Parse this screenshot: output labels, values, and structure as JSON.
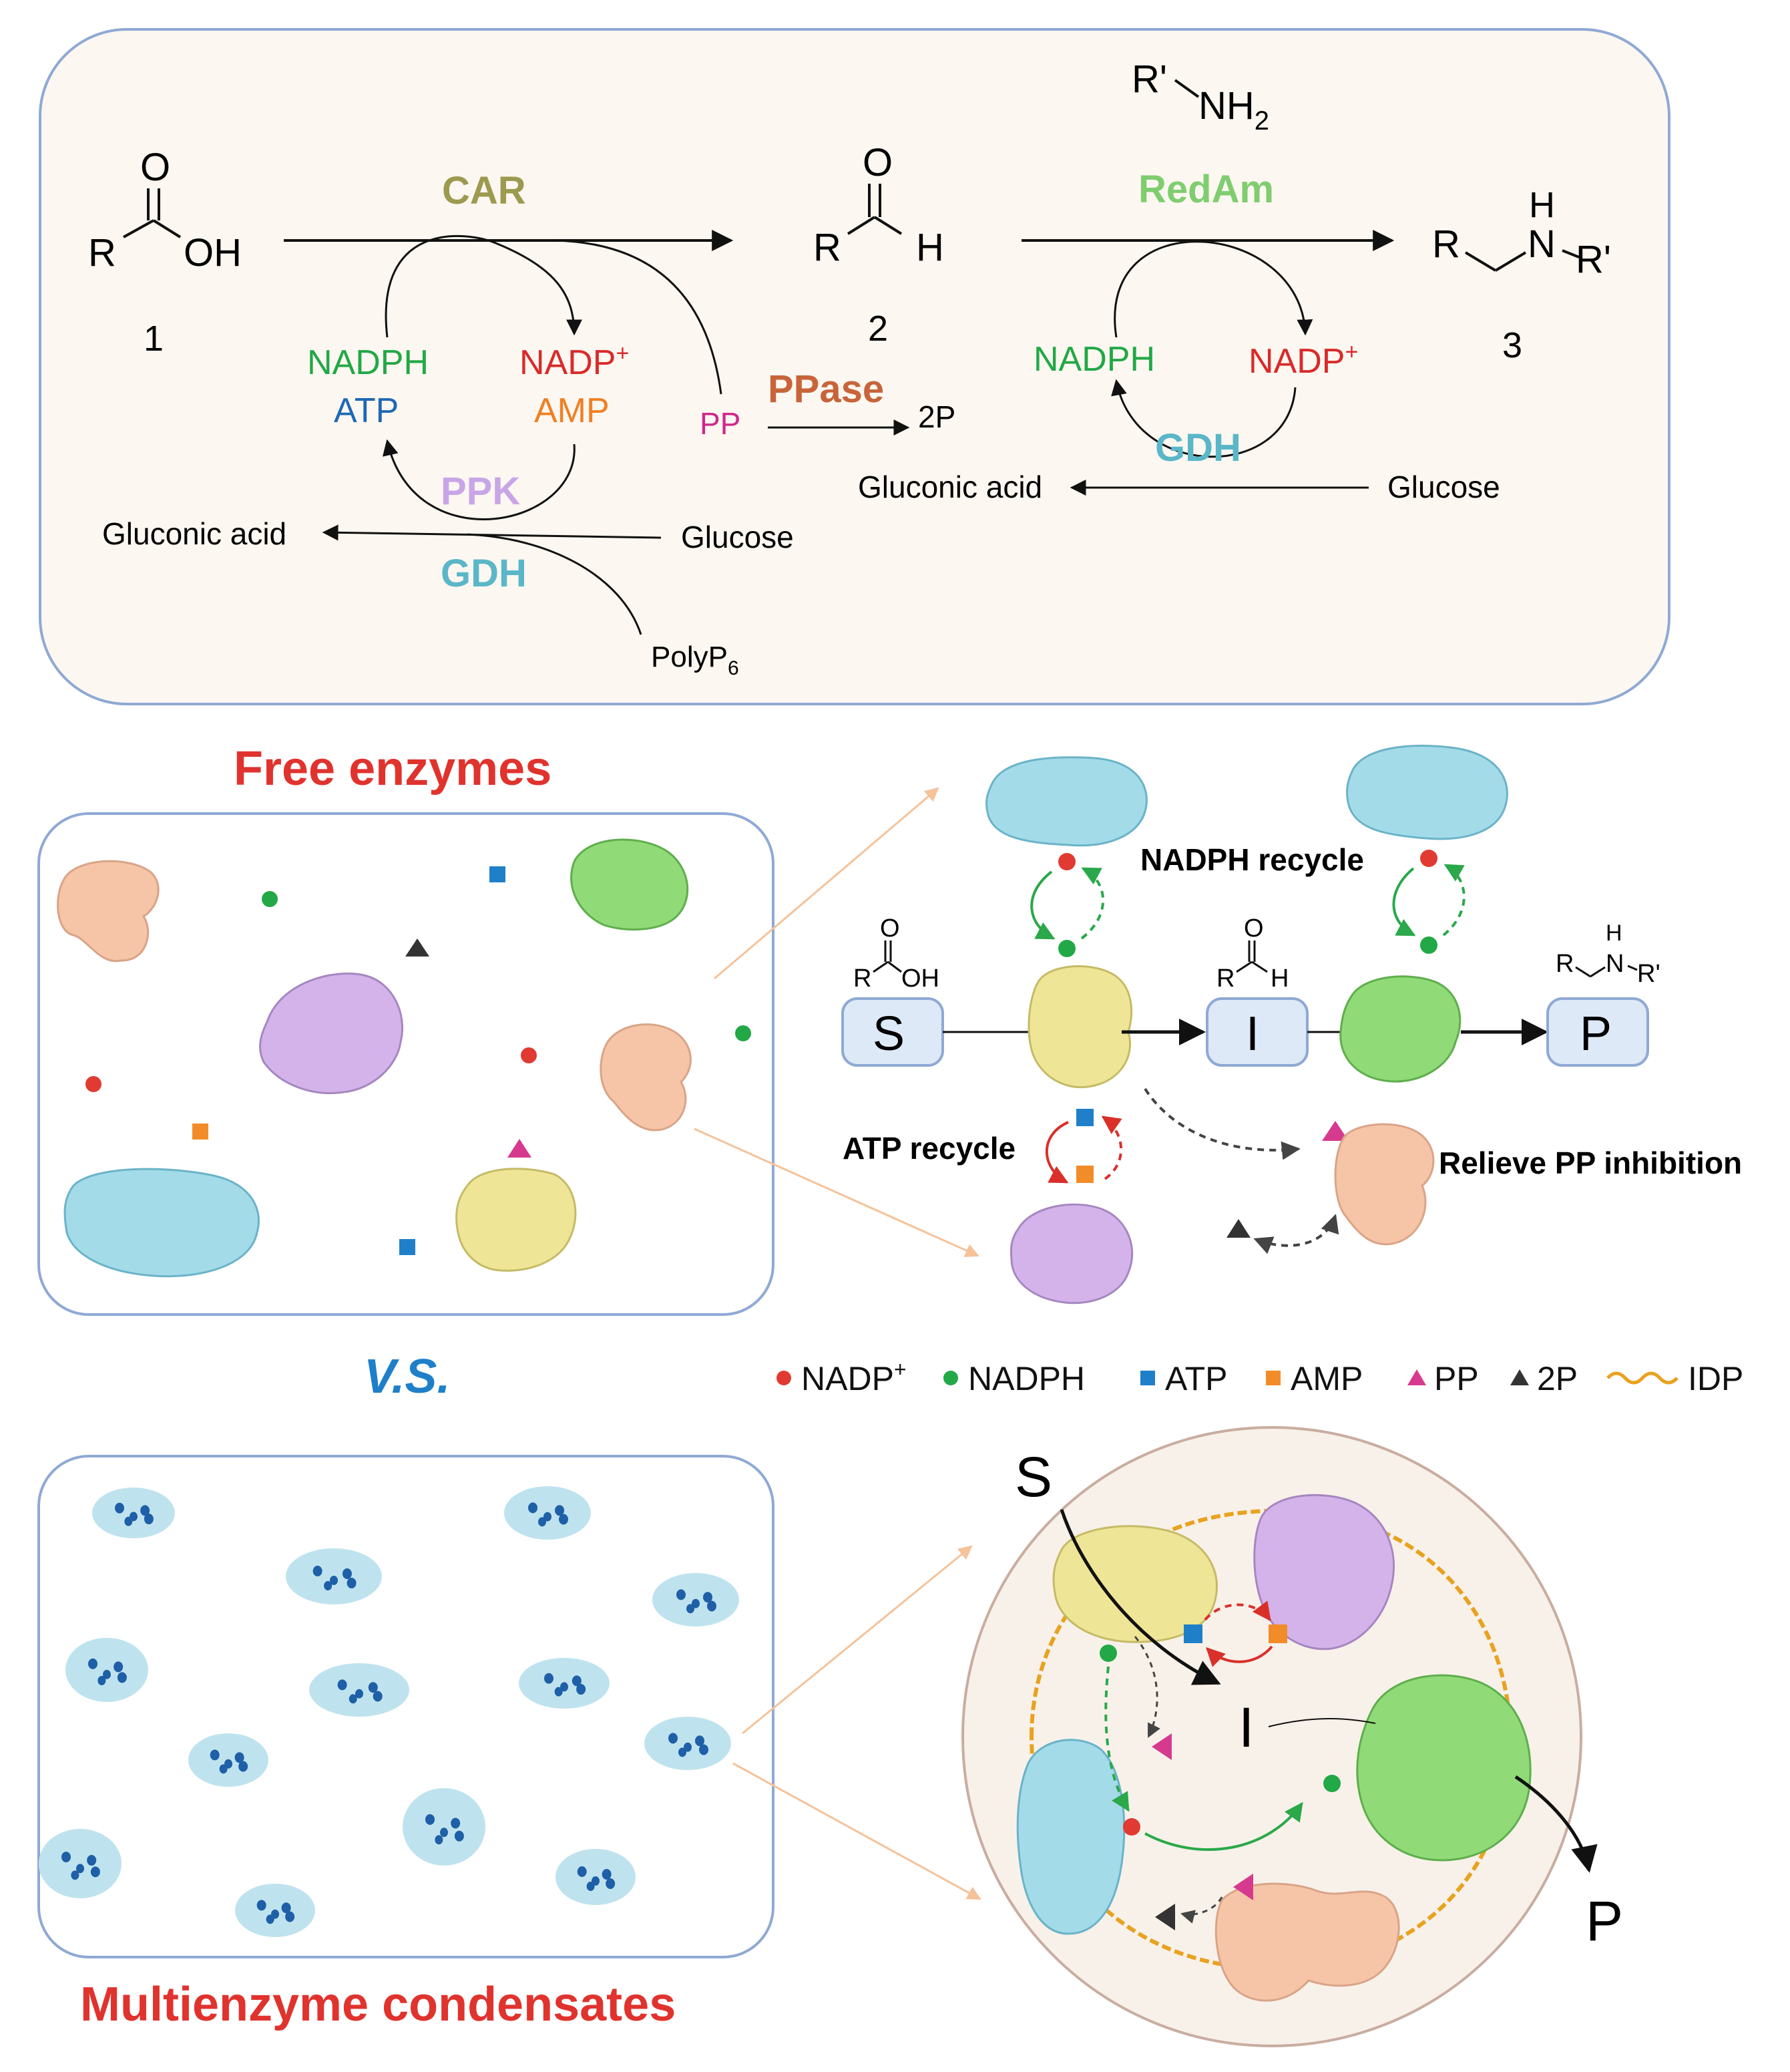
{
  "scheme": {
    "compounds": [
      {
        "number": "1",
        "r": "R",
        "o": "O",
        "oh": "OH"
      },
      {
        "number": "2",
        "r": "R",
        "o": "O",
        "h": "H"
      },
      {
        "number": "3",
        "r": "R",
        "n": "N",
        "h": "H",
        "r_prime": "R'"
      }
    ],
    "amine": {
      "r_prime": "R'",
      "nh": "NH",
      "sub": "2"
    },
    "enzymes": {
      "car": "CAR",
      "redam": "RedAm",
      "ppase": "PPase",
      "ppk": "PPK",
      "gdh_left": "GDH",
      "gdh_right": "GDH"
    },
    "cofactors_left": {
      "nadph": "NADPH",
      "atp": "ATP",
      "nadp": "NADP",
      "sup": "+",
      "amp": "AMP"
    },
    "cofactors_right": {
      "nadph": "NADPH",
      "nadp": "NADP",
      "sup": "+"
    },
    "pp": "PP",
    "two_p": "2P",
    "left_gluconic": "Gluconic acid",
    "left_glucose": "Glucose",
    "right_gluconic": "Gluconic acid",
    "right_glucose": "Glucose",
    "polyp": {
      "main": "PolyP",
      "sub": "6"
    }
  },
  "free_enzymes": {
    "title": "Free enzymes",
    "nadph_recycle": "NADPH recycle",
    "atp_recycle": "ATP recycle",
    "relieve": "Relieve PP inhibition",
    "s": "S",
    "i": "I",
    "p": "P",
    "s_struct": {
      "o": "O",
      "r": "R",
      "oh": "OH"
    },
    "i_struct": {
      "o": "O",
      "r": "R",
      "h": "H"
    },
    "p_struct": {
      "h": "H",
      "r": "R",
      "n": "N",
      "r_prime": "R'"
    }
  },
  "vs": "V.S.",
  "legend": [
    {
      "label": "NADP",
      "sup": "+",
      "shape": "circle",
      "color": "#e03a32"
    },
    {
      "label": "NADPH",
      "sup": "",
      "shape": "circle",
      "color": "#22a846"
    },
    {
      "label": "ATP",
      "sup": "",
      "shape": "square",
      "color": "#1f7fc9"
    },
    {
      "label": "AMP",
      "sup": "",
      "shape": "square",
      "color": "#f28c28"
    },
    {
      "label": "PP",
      "sup": "",
      "shape": "triangle",
      "color": "#d63a8f"
    },
    {
      "label": "2P",
      "sup": "",
      "shape": "triangle",
      "color": "#333333"
    },
    {
      "label": "IDP",
      "sup": "",
      "shape": "wave",
      "color": "#e8a21f"
    }
  ],
  "condensate": {
    "title": "Multienzyme condensates",
    "s": "S",
    "i": "I",
    "p": "P"
  },
  "colors": {
    "car": "#9b9a4f",
    "redam": "#7fcd6f",
    "ppase": "#c8643a",
    "ppk": "#c8a6e6",
    "gdh": "#5ab7c8",
    "nadph": "#22a846",
    "nadp": "#d92a2a",
    "atp": "#1f68b4",
    "amp": "#f07f22",
    "pp": "#d0288c",
    "title_red": "#e0332e",
    "vs_blue": "#1f7fc9"
  }
}
